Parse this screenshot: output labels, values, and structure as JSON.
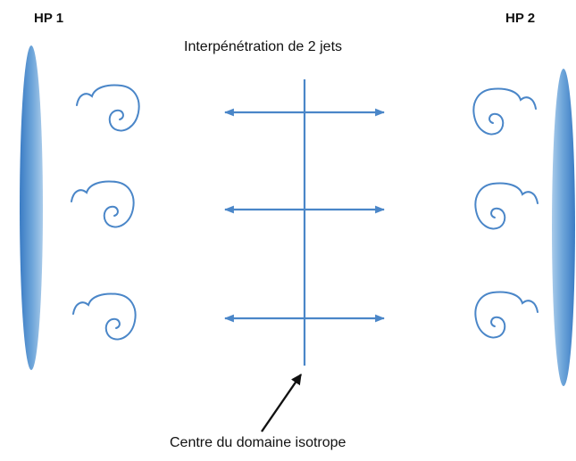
{
  "labels": {
    "hp1": "HP 1",
    "hp2": "HP 2",
    "title": "Interpénétration de 2 jets",
    "center": "Centre du domaine isotrope"
  },
  "colors": {
    "line": "#4a86c8",
    "plate_dark": "#3a7cc4",
    "plate_light": "#a9cbea",
    "arrow_black": "#111111",
    "text": "#111111"
  },
  "arrows": {
    "count": 3,
    "direction": "bidirectional"
  },
  "eddies": {
    "per_side": 3
  }
}
